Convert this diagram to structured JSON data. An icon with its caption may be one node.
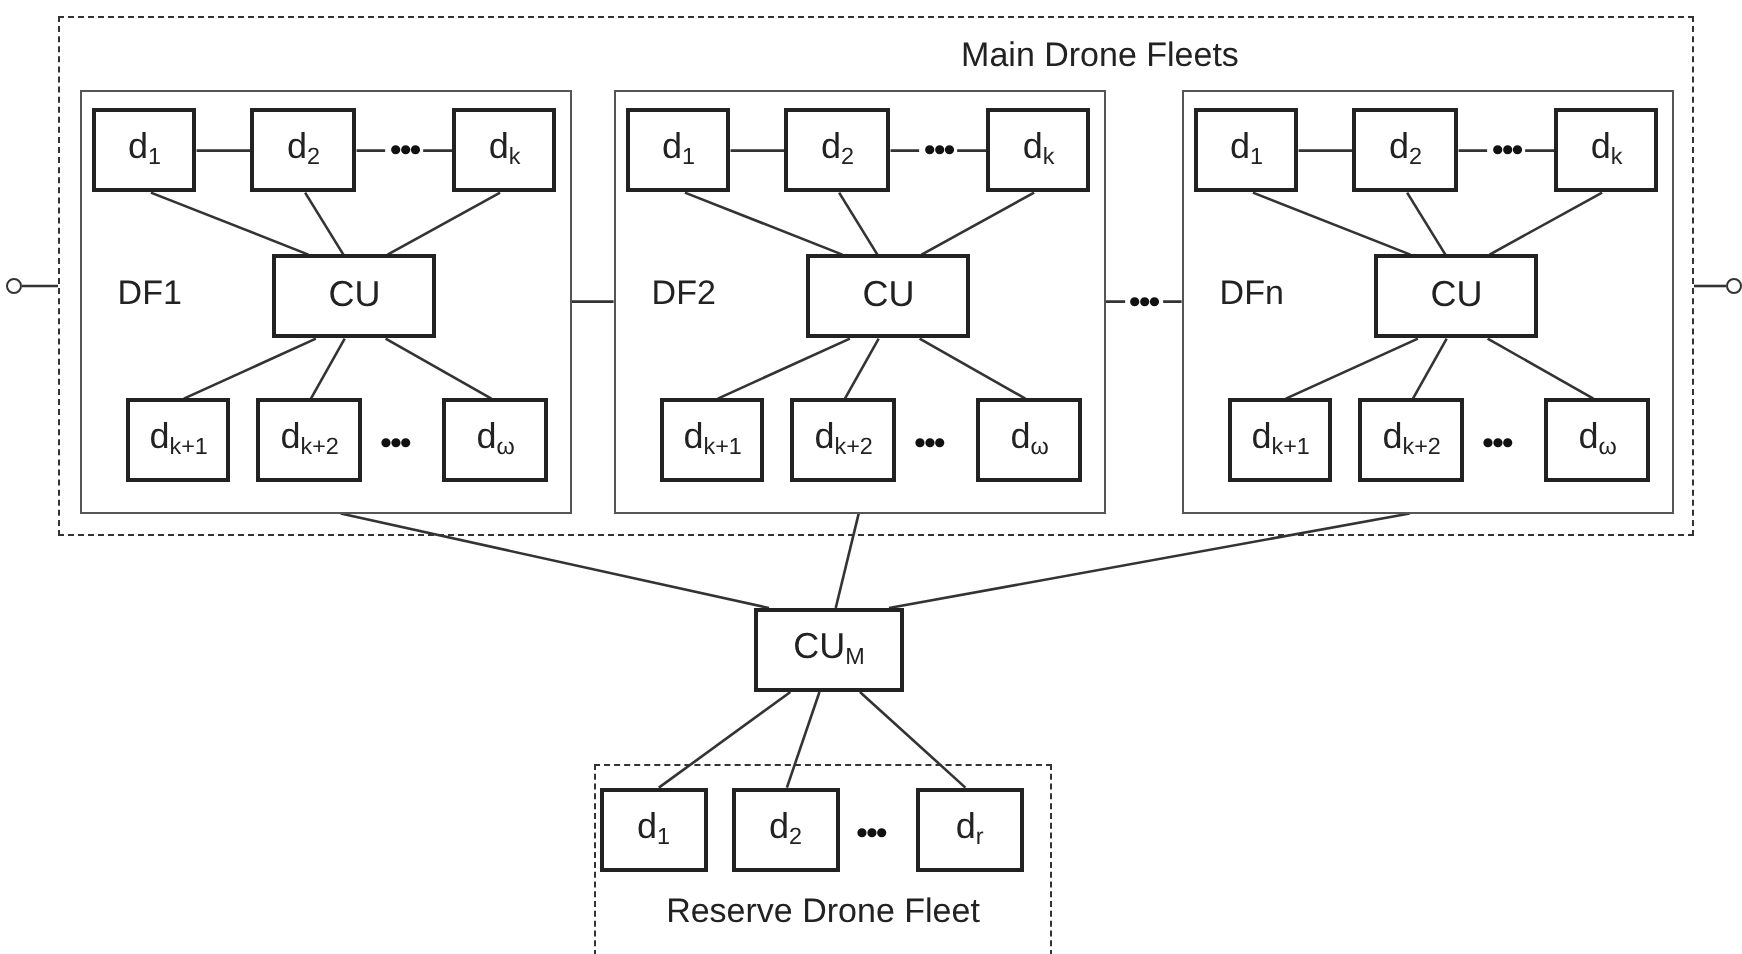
{
  "diagram": {
    "nodes": [
      {
        "text": [
          "Main Drone Fleets"
        ]
      },
      {
        "text": [
          "DF1"
        ],
        "in": 0
      },
      {
        "text": [
          "d$_{1}$"
        ],
        "in": 1
      },
      {
        "text": [
          "d$_{2}$"
        ],
        "in": 1
      },
      {
        "text": [
          "d$_{k}$"
        ],
        "in": 1
      },
      {
        "text": [
          "CU"
        ],
        "in": 1
      },
      {
        "text": [
          "d$_{k+1}$"
        ],
        "in": 1
      },
      {
        "text": [
          "d$_{k+2}$"
        ],
        "in": 1
      },
      {
        "text": [
          "d$_{ω}$"
        ],
        "in": 1
      },
      {
        "text": [
          "DF2"
        ],
        "in": 0
      },
      {
        "text": [
          "d$_{1}$"
        ],
        "in": 9
      },
      {
        "text": [
          "d$_{2}$"
        ],
        "in": 9
      },
      {
        "text": [
          "d$_{k}$"
        ],
        "in": 9
      },
      {
        "text": [
          "CU"
        ],
        "in": 9
      },
      {
        "text": [
          "d$_{k+1}$"
        ],
        "in": 9
      },
      {
        "text": [
          "d$_{k+2}$"
        ],
        "in": 9
      },
      {
        "text": [
          "d$_{ω}$"
        ],
        "in": 9
      },
      {
        "text": [
          "DFn"
        ],
        "in": 0
      },
      {
        "text": [
          "d$_{1}$"
        ],
        "in": 17
      },
      {
        "text": [
          "d$_{2}$"
        ],
        "in": 17
      },
      {
        "text": [
          "d$_{k}$"
        ],
        "in": 17
      },
      {
        "text": [
          "CU"
        ],
        "in": 17
      },
      {
        "text": [
          "d$_{k+1}$"
        ],
        "in": 17
      },
      {
        "text": [
          "d$_{k+2}$"
        ],
        "in": 17
      },
      {
        "text": [
          "d$_{ω}$"
        ],
        "in": 17
      },
      {
        "text": [
          "CU$_{M}$"
        ]
      },
      {
        "text": [
          "Reserve Drone Fleet"
        ]
      },
      {
        "text": [
          "d$_{1}$"
        ],
        "in": 26
      },
      {
        "text": [
          "d$_{2}$"
        ],
        "in": 26
      },
      {
        "text": [
          "d$_{r}$"
        ],
        "in": 26
      },
      {
        "text": [],
        "shape": "circle"
      },
      {
        "text": [],
        "shape": "circle"
      }
    ],
    "edges": [
      {
        "from": 2,
        "to": 3,
        "arrow": "none"
      },
      {
        "from": 3,
        "to": 4,
        "arrow": "none",
        "label": "•••"
      },
      {
        "from": 2,
        "to": 5,
        "arrow": "none"
      },
      {
        "from": 3,
        "to": 5,
        "arrow": "none"
      },
      {
        "from": 4,
        "to": 5,
        "arrow": "none"
      },
      {
        "from": 5,
        "to": 6,
        "arrow": "none"
      },
      {
        "from": 5,
        "to": 7,
        "arrow": "none"
      },
      {
        "from": 5,
        "to": 8,
        "arrow": "none"
      },
      {
        "from": 10,
        "to": 11,
        "arrow": "none"
      },
      {
        "from": 11,
        "to": 12,
        "arrow": "none",
        "label": "•••"
      },
      {
        "from": 10,
        "to": 13,
        "arrow": "none"
      },
      {
        "from": 11,
        "to": 13,
        "arrow": "none"
      },
      {
        "from": 12,
        "to": 13,
        "arrow": "none"
      },
      {
        "from": 13,
        "to": 14,
        "arrow": "none"
      },
      {
        "from": 13,
        "to": 15,
        "arrow": "none"
      },
      {
        "from": 13,
        "to": 16,
        "arrow": "none"
      },
      {
        "from": 18,
        "to": 19,
        "arrow": "none"
      },
      {
        "from": 19,
        "to": 20,
        "arrow": "none",
        "label": "•••"
      },
      {
        "from": 18,
        "to": 21,
        "arrow": "none"
      },
      {
        "from": 19,
        "to": 21,
        "arrow": "none"
      },
      {
        "from": 20,
        "to": 21,
        "arrow": "none"
      },
      {
        "from": 21,
        "to": 22,
        "arrow": "none"
      },
      {
        "from": 21,
        "to": 23,
        "arrow": "none"
      },
      {
        "from": 21,
        "to": 24,
        "arrow": "none"
      },
      {
        "from": 1,
        "to": 9,
        "arrow": "none"
      },
      {
        "from": 9,
        "to": 17,
        "arrow": "none",
        "label": "•••"
      },
      {
        "from": 30,
        "to": 0,
        "arrow": "none"
      },
      {
        "from": 0,
        "to": 31,
        "arrow": "none"
      },
      {
        "from": 1,
        "to": 25,
        "arrow": "none"
      },
      {
        "from": 9,
        "to": 25,
        "arrow": "none"
      },
      {
        "from": 17,
        "to": 25,
        "arrow": "none"
      },
      {
        "from": 25,
        "to": 27,
        "arrow": "none"
      },
      {
        "from": 25,
        "to": 28,
        "arrow": "none"
      },
      {
        "from": 25,
        "to": 29,
        "arrow": "none"
      }
    ],
    "labels": [
      "•••",
      "•••",
      "•••",
      "•••"
    ]
  }
}
